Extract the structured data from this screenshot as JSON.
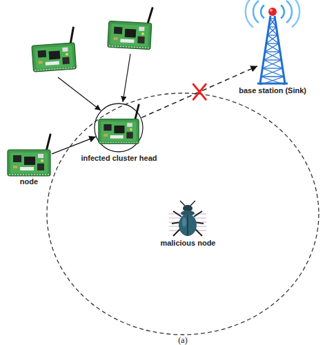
{
  "diagram": {
    "caption": "(a)",
    "nodes": [
      {
        "text": [
          "node"
        ]
      },
      {
        "text": [
          "infected cluster head"
        ]
      },
      {
        "text": [
          "base station (Sink)"
        ]
      },
      {
        "text": [
          "malicious node"
        ]
      }
    ],
    "edges": [
      {
        "from": 0,
        "to": 1,
        "arrow": "to"
      },
      {
        "from": 1,
        "to": 2,
        "arrow": "to"
      }
    ]
  }
}
